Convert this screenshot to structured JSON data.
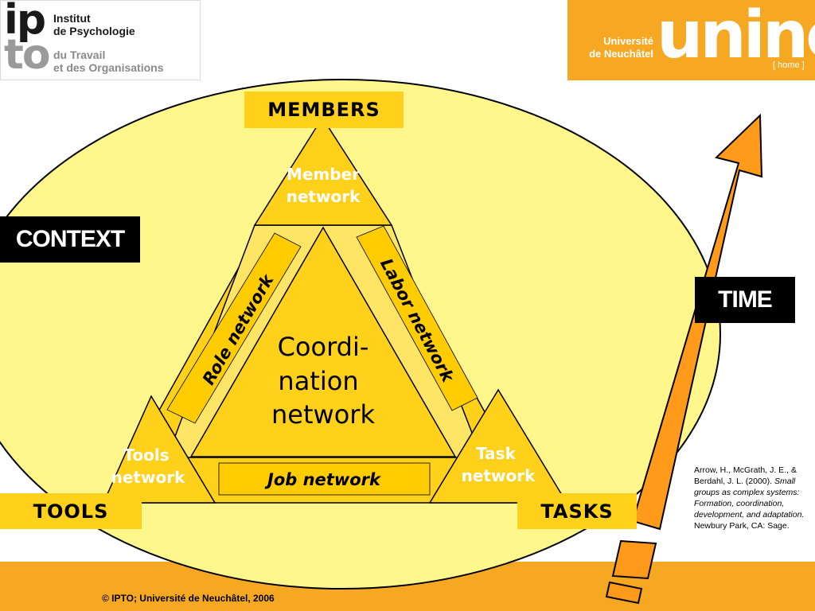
{
  "header": {
    "left_logo": {
      "mark_top": "ip",
      "mark_bottom": "to",
      "line1": "Institut",
      "line2": "de Psychologie",
      "line3": "du Travail",
      "line4": "et des Organisations"
    },
    "right_logo": {
      "line1": "Université",
      "line2": "de Neuchâtel",
      "mark": "unine",
      "link": "[ home ]"
    }
  },
  "diagram": {
    "context_label": "CONTEXT",
    "time_label": "TIME",
    "vertices": {
      "top_label": "MEMBERS",
      "left_label": "TOOLS",
      "right_label": "TASKS"
    },
    "networks": {
      "member_1": "Member",
      "member_2": "network",
      "tools_1": "Tools",
      "tools_2": "network",
      "task_1": "Task",
      "task_2": "network",
      "role": "Role network",
      "labor": "Labor network",
      "job": "Job network",
      "coord_1": "Coordi-",
      "coord_2": "nation",
      "coord_3": "network"
    }
  },
  "reference": {
    "authors": "Arrow, H., McGrath, J. E., & Berdahl, J. L. (2000).",
    "title": "Small groups as complex systems: Formation, coordination, development, and adaptation.",
    "publisher": "Newbury Park, CA: Sage."
  },
  "footer": {
    "copyright": "© IPTO; Université de Neuchâtel, 2006"
  },
  "colors": {
    "orange": "#f7a823",
    "yellow": "#ffd11a",
    "pale_yellow": "#fff68c",
    "light_yellow": "#ffe566",
    "black": "#000000"
  }
}
